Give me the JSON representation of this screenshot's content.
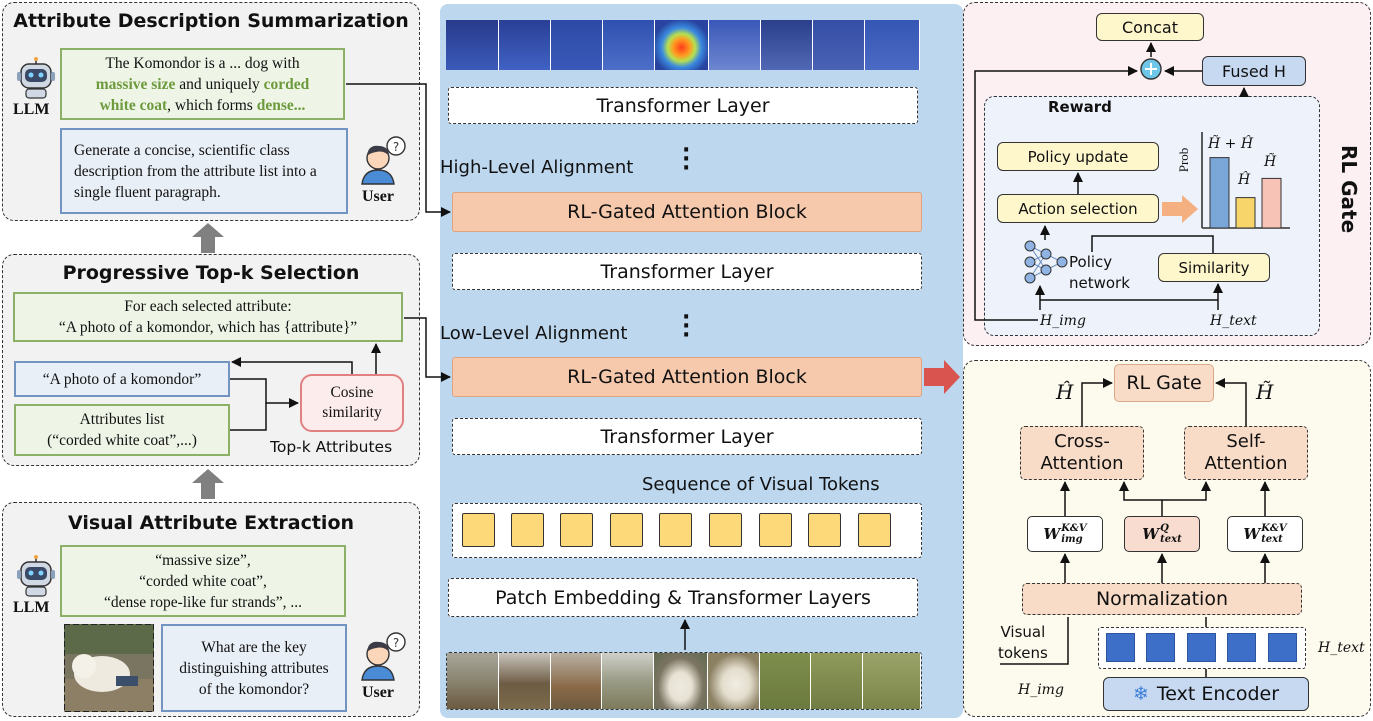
{
  "panels": {
    "summarization": {
      "title": "Attribute Description Summarization",
      "llm_label": "LLM",
      "user_label": "User",
      "llm_text": {
        "t1": "The Komondor is a ... dog with",
        "h1": "massive size",
        "t2": " and uniquely ",
        "h2": "corded",
        "h3": "white coat",
        "t3": ", which forms ",
        "h4": "dense..."
      },
      "prompt_text": "Generate a concise, scientific class description from the attribute list into a single fluent paragraph."
    },
    "topk": {
      "title": "Progressive Top-k Selection",
      "template_line1": "For each selected attribute:",
      "template_line2": "“A photo of a komondor, which has {attribute}”",
      "photo_prompt": "“A photo of a komondor”",
      "attr_list_line1": "Attributes list",
      "attr_list_line2": "(“corded white coat”,...)",
      "cosine_line1": "Cosine",
      "cosine_line2": "similarity",
      "topk_label": "Top-k Attributes"
    },
    "extraction": {
      "title": "Visual Attribute Extraction",
      "llm_label": "LLM",
      "user_label": "User",
      "attr_line1": "“massive size”,",
      "attr_line2": "“corded white coat”,",
      "attr_line3": "“dense rope-like fur strands”, ...",
      "question": "What are the key distinguishing attributes of the komondor?"
    }
  },
  "center": {
    "transformer_layer": "Transformer Layer",
    "high_level": "High-Level Alignment",
    "low_level": "Low-Level Alignment",
    "rl_block": "RL-Gated Attention Block",
    "sequence_label": "Sequence of Visual Tokens",
    "patch_embedding": "Patch Embedding & Transformer Layers",
    "token_count": 9
  },
  "rl_gate": {
    "side_title": "RL Gate",
    "concat": "Concat",
    "fused_h": "Fused H",
    "reward": "Reward",
    "policy_update": "Policy update",
    "action_selection": "Action selection",
    "policy_network_line1": "Policy",
    "policy_network_line2": "network",
    "similarity": "Similarity",
    "prob_axis": "Prob",
    "bar_label_sum": "H̃ + Ĥ",
    "bar_label_hat": "Ĥ",
    "bar_label_tilde": "H̃",
    "bar_levels": [
      0.88,
      0.38,
      0.62
    ],
    "h_img": "H_img",
    "h_text": "H_text"
  },
  "rl_detail": {
    "rl_gate": "RL Gate",
    "h_hat": "Ĥ",
    "h_tilde": "H̃",
    "cross_attention_line1": "Cross-",
    "cross_attention_line2": "Attention",
    "self_attention_line1": "Self-",
    "self_attention_line2": "Attention",
    "w_img_kv": "W",
    "w_img_kv_sup": "K&V",
    "w_img_kv_sub": "img",
    "w_text_q": "W",
    "w_text_q_sup": "Q",
    "w_text_q_sub": "text",
    "w_text_kv": "W",
    "w_text_kv_sup": "K&V",
    "w_text_kv_sub": "text",
    "normalization": "Normalization",
    "visual_tokens_line1": "Visual",
    "visual_tokens_line2": "tokens",
    "h_text": "H_text",
    "h_img": "H_img",
    "text_encoder": "Text Encoder",
    "text_token_count": 5
  },
  "colors": {
    "center_bg": "#bdd7ee",
    "rl_block": "#f6c9ac",
    "visual_token": "#fdd97a",
    "text_token": "#3e6fc8",
    "rl_gate_panel": "#fdf0f3",
    "detail_panel": "#fdfaee",
    "green_box": "#eef5e6",
    "blue_box": "#e9eff7",
    "arrow_red": "#d9534f"
  }
}
